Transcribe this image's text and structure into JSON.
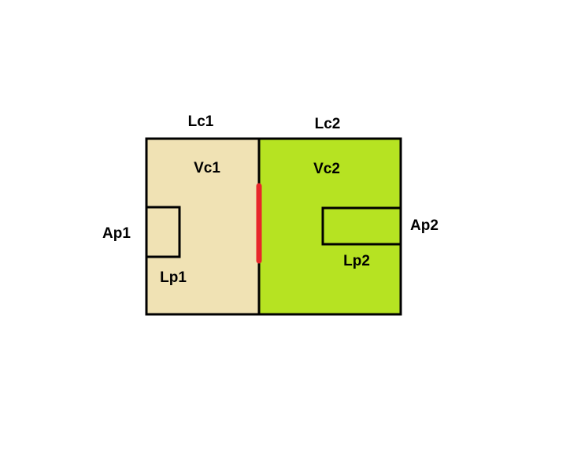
{
  "diagram": {
    "labels": {
      "lc1": "Lc1",
      "lc2": "Lc2",
      "vc1": "Vc1",
      "vc2": "Vc2",
      "ap1": "Ap1",
      "ap2": "Ap2",
      "lp1": "Lp1",
      "lp2": "Lp2"
    },
    "colors": {
      "chamber1_fill": "#f0e2b4",
      "chamber2_fill": "#b6e322",
      "outline": "#000000",
      "divider_highlight": "#e8272b"
    }
  }
}
